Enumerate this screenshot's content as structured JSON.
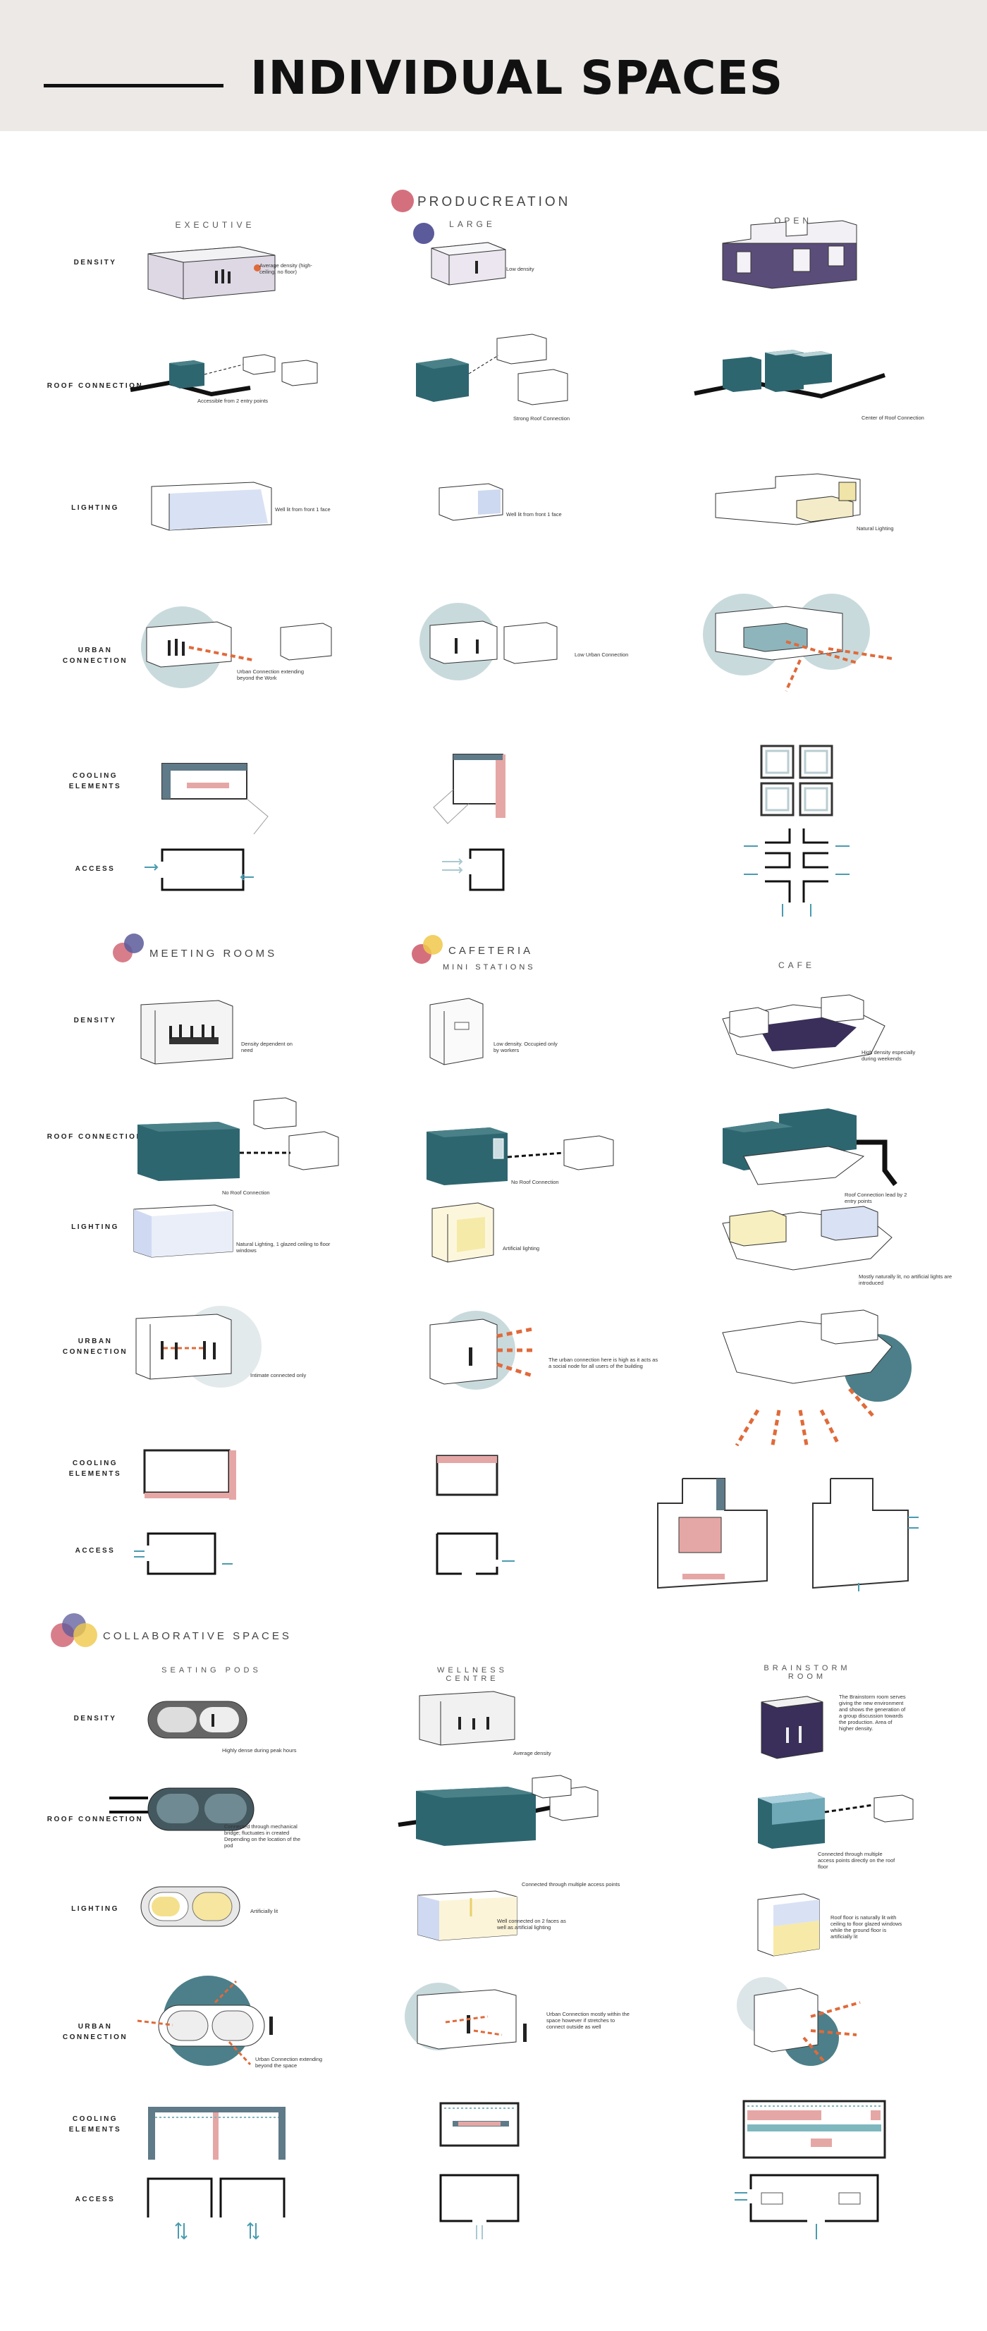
{
  "header": {
    "title": "INDIVIDUAL SPACES"
  },
  "colors": {
    "teal": "#2e6670",
    "pink": "#d4707e",
    "purple": "#5b5a9a",
    "yellow": "#f0c84a",
    "light_teal": "#c9dadd",
    "header_bg": "#ece9e7",
    "access_arrow": "#4a9bb0"
  },
  "sections": {
    "producreation": {
      "title": "Producreation",
      "columns": [
        "Executive",
        "Large",
        "Open"
      ]
    },
    "meeting": {
      "title": "Meeting rooms"
    },
    "cafeteria": {
      "title": "Cafeteria",
      "subtitle": "Mini stations"
    },
    "cafe": {
      "title": "Cafe"
    },
    "collaborative": {
      "title": "Collaborative Spaces",
      "columns": [
        "Seating pods",
        "Wellness centre",
        "Brainstorm room"
      ]
    }
  },
  "row_labels": {
    "density": "DENSITY",
    "roof": "ROOF CONNECTION",
    "lighting": "LIGHTING",
    "urban": "URBAN CONNECTION",
    "cooling": "COOLING ELEMENTS",
    "access": "ACCESS"
  },
  "notes": {
    "exec_density": "Average density (high-ceiling, no floor)",
    "large_density": "Low density",
    "exec_roof": "Accessible from 2 entry points",
    "large_roof": "Strong Roof Connection",
    "open_roof": "Center of Roof Connection",
    "exec_light": "Well lit from front 1 face",
    "large_light": "Well lit from front 1 face",
    "open_light": "Natural Lighting",
    "exec_urban": "Urban Connection extending beyond the Work",
    "large_urban": "Low Urban Connection",
    "meet_density": "Density dependent on need",
    "caf_density": "Low density. Occupied only by workers",
    "cafe_density": "High density especially during weekends",
    "meet_roof": "No Roof Connection",
    "caf_roof": "No Roof Connection",
    "cafe_roof": "Roof Connection lead by 2 entry points",
    "meet_light": "Natural Lighting, 1 glazed ceiling to floor windows",
    "caf_light": "Artificial lighting",
    "cafe_light": "Mostly naturally lit, no artificial lights are introduced",
    "meet_urban": "Intimate connected only",
    "caf_urban": "The urban connection here is high as it acts as a social node for all users of the building",
    "pods_density": "Highly dense during peak hours",
    "well_density": "Average density",
    "brain_density": "The Brainstorm room serves giving the new environment and shows the generation of a group discussion towards the production. Area of higher density.",
    "pods_roof": "Connected through mechanical bridge; fluctuates in created Depending on the location of the pod",
    "well_roof": "Connected through multiple access points",
    "brain_roof": "Connected through multiple access points directly on the roof floor",
    "pods_light": "Artificially lit",
    "well_light": "Well connected on 2 faces as well as artificial lighting",
    "brain_light": "Roof floor is naturally lit with ceiling to floor glazed windows while the ground floor is artificially lit",
    "pods_urban": "Urban Connection extending beyond the space",
    "well_urban": "Urban Connection mostly within the space however if stretches to connect outside as well"
  }
}
